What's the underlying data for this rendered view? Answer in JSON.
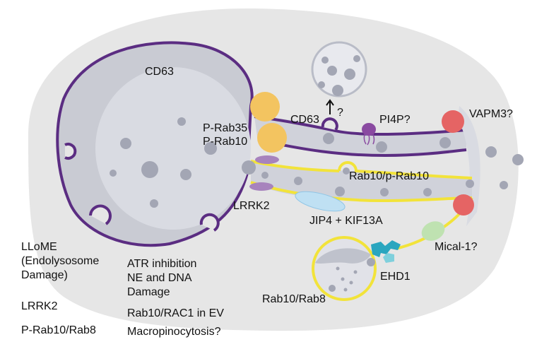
{
  "labels": {
    "cd63_main": "CD63",
    "p_rab35": "P-Rab35",
    "p_rab10": "P-Rab10",
    "cd63_tubule": "CD63",
    "question_arrow": "?",
    "pi4p": "PI4P?",
    "vapm3": "VAPM3?",
    "rab10_prab10": "Rab10/p-Rab10",
    "lrrk2_membrane": "LRRK2",
    "jip4_kif13a": "JIP4 + KIF13A",
    "mical1": "Mical-1?",
    "ehd1": "EHD1",
    "rab10_rab8": "Rab10/Rab8"
  },
  "left_list": [
    "LLoME",
    "(Endolysosome",
    "Damage)",
    "LRRK2",
    "P-Rab10/Rab8"
  ],
  "center_list": [
    "ATR inhibition",
    "NE and DNA",
    "Damage",
    "Rab10/RAC1 in EV",
    "Macropinocytosis?"
  ],
  "colors": {
    "cell_bg": "#e6e6e6",
    "lysosome_fill": "#c9cbd3",
    "lysosome_inner": "#d9dbe2",
    "purple_membrane": "#5b2d82",
    "yellow_membrane": "#f2e33a",
    "vesicle": "#a3a6b4",
    "rab_yellow": "#f3c460",
    "vap_red": "#e56464",
    "lrrk2_purple": "#a783bd",
    "jip4_blue": "#bfe0f3",
    "mical_green": "#bfe2b1",
    "ehd1_teal": "#2aa6bf"
  }
}
